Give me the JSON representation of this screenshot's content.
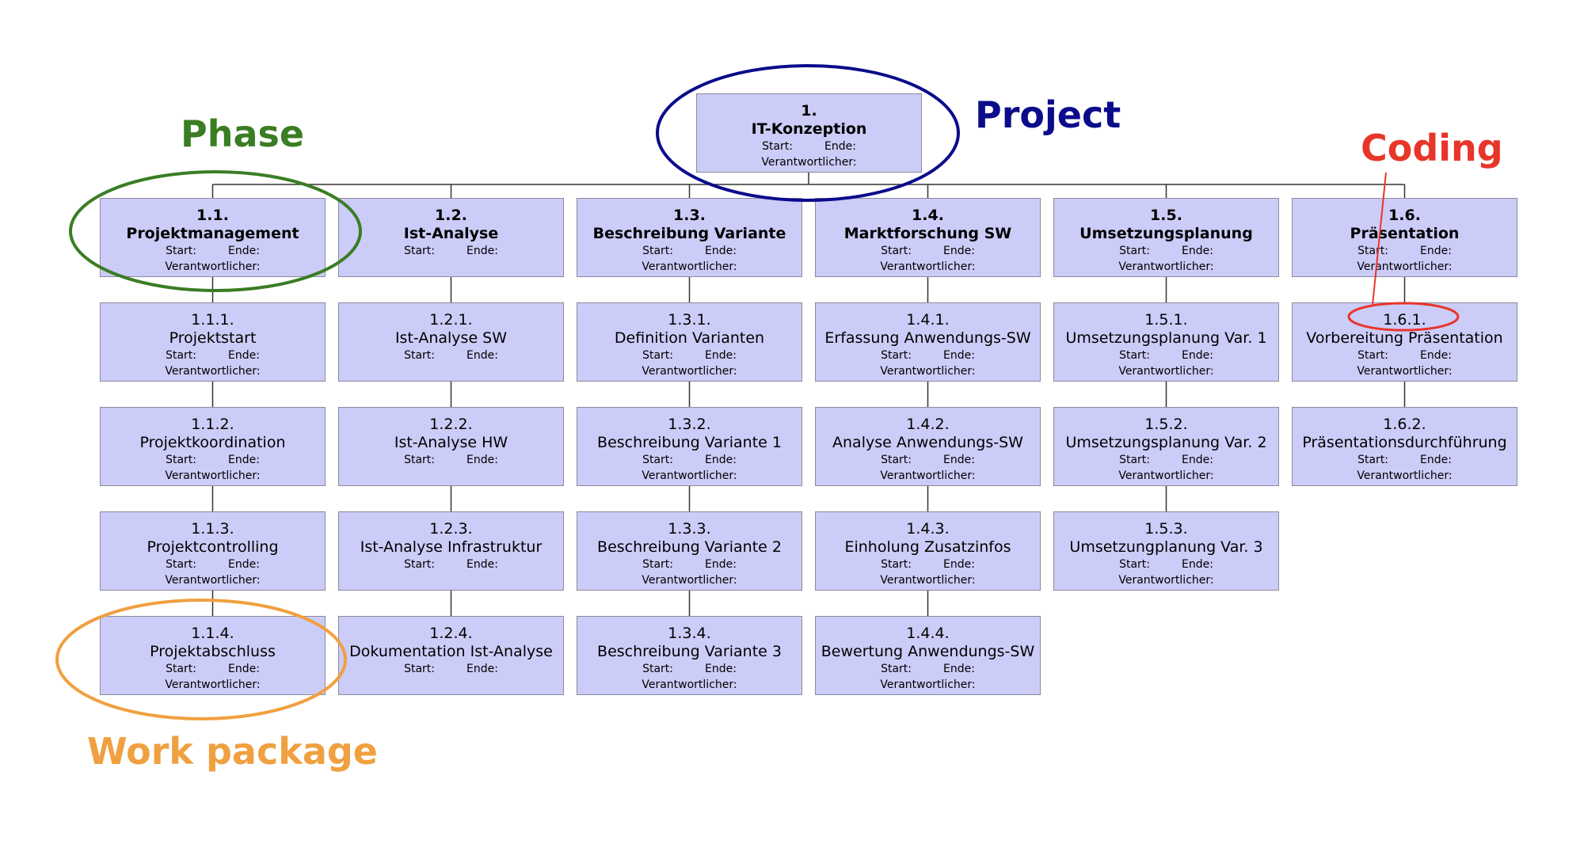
{
  "colors": {
    "box_fill": "#ccccf8",
    "phase": "#3a7d23",
    "project": "#0b0b8c",
    "coding": "#e8352a",
    "work_package": "#f0a040"
  },
  "annotations": {
    "phase": "Phase",
    "project": "Project",
    "coding": "Coding",
    "work_package": "Work package"
  },
  "field_labels": {
    "start": "Start:",
    "end": "Ende:",
    "responsible": "Verantwortlicher:"
  },
  "root": {
    "num": "1.",
    "title": "IT-Konzeption",
    "responsible": true
  },
  "phases": [
    {
      "num": "1.1.",
      "title": "Projektmanagement",
      "responsible": true,
      "packages": [
        {
          "num": "1.1.1.",
          "title": "Projektstart",
          "responsible": true
        },
        {
          "num": "1.1.2.",
          "title": "Projektkoordination",
          "responsible": true
        },
        {
          "num": "1.1.3.",
          "title": "Projektcontrolling",
          "responsible": true
        },
        {
          "num": "1.1.4.",
          "title": "Projektabschluss",
          "responsible": true
        }
      ]
    },
    {
      "num": "1.2.",
      "title": "Ist-Analyse",
      "responsible": false,
      "packages": [
        {
          "num": "1.2.1.",
          "title": "Ist-Analyse SW",
          "responsible": false
        },
        {
          "num": "1.2.2.",
          "title": "Ist-Analyse HW",
          "responsible": false
        },
        {
          "num": "1.2.3.",
          "title": "Ist-Analyse Infrastruktur",
          "responsible": false
        },
        {
          "num": "1.2.4.",
          "title": "Dokumentation Ist-Analyse",
          "responsible": false
        }
      ]
    },
    {
      "num": "1.3.",
      "title": "Beschreibung Variante",
      "responsible": true,
      "packages": [
        {
          "num": "1.3.1.",
          "title": "Definition Varianten",
          "responsible": true
        },
        {
          "num": "1.3.2.",
          "title": "Beschreibung Variante 1",
          "responsible": true
        },
        {
          "num": "1.3.3.",
          "title": "Beschreibung Variante 2",
          "responsible": true
        },
        {
          "num": "1.3.4.",
          "title": "Beschreibung Variante 3",
          "responsible": true
        }
      ]
    },
    {
      "num": "1.4.",
      "title": "Marktforschung SW",
      "responsible": true,
      "packages": [
        {
          "num": "1.4.1.",
          "title": "Erfassung Anwendungs-SW",
          "responsible": true
        },
        {
          "num": "1.4.2.",
          "title": "Analyse Anwendungs-SW",
          "responsible": true
        },
        {
          "num": "1.4.3.",
          "title": "Einholung Zusatzinfos",
          "responsible": true
        },
        {
          "num": "1.4.4.",
          "title": "Bewertung Anwendungs-SW",
          "responsible": true
        }
      ]
    },
    {
      "num": "1.5.",
      "title": "Umsetzungsplanung",
      "responsible": true,
      "packages": [
        {
          "num": "1.5.1.",
          "title": "Umsetzungsplanung Var. 1",
          "responsible": true
        },
        {
          "num": "1.5.2.",
          "title": "Umsetzungsplanung Var. 2",
          "responsible": true
        },
        {
          "num": "1.5.3.",
          "title": "Umsetzungplanung Var. 3",
          "responsible": true
        }
      ]
    },
    {
      "num": "1.6.",
      "title": "Präsentation",
      "responsible": true,
      "packages": [
        {
          "num": "1.6.1.",
          "title": "Vorbereitung Präsentation",
          "responsible": true
        },
        {
          "num": "1.6.2.",
          "title": "Präsentationsdurchführung",
          "responsible": true
        }
      ]
    }
  ]
}
